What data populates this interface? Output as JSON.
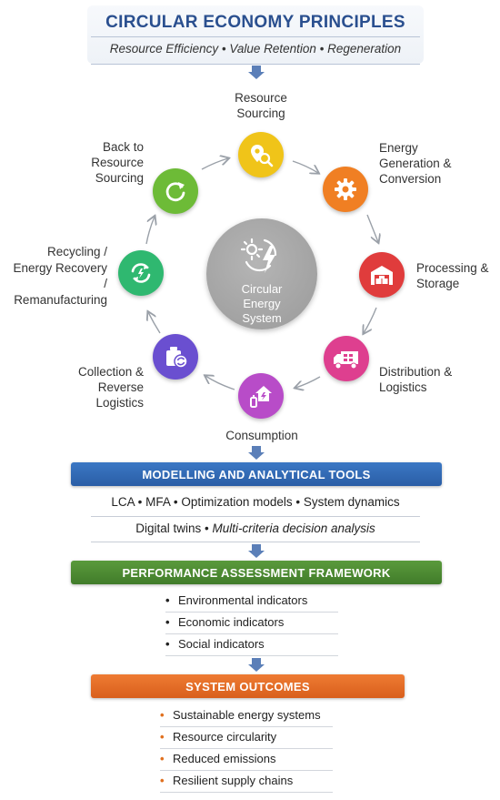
{
  "header": {
    "title": "CIRCULAR ECONOMY PRINCIPLES",
    "subtitle": "Resource Efficiency • Value Retention • Regeneration"
  },
  "cycle": {
    "center_label": "Circular Energy System",
    "nodes": [
      {
        "label": "Resource Sourcing",
        "color": "#f0c419",
        "icon": "location-search-icon"
      },
      {
        "label": "Energy Generation & Conversion",
        "color": "#f07f23",
        "icon": "gear-icon"
      },
      {
        "label": "Processing & Storage",
        "color": "#e03c3c",
        "icon": "warehouse-icon"
      },
      {
        "label": "Distribution & Logistics",
        "color": "#de3f8f",
        "icon": "delivery-truck-icon"
      },
      {
        "label": "Consumption",
        "color": "#b84cc8",
        "icon": "home-energy-icon"
      },
      {
        "label": "Collection & Reverse Logistics",
        "color": "#6a4fd0",
        "icon": "recycle-bin-icon"
      },
      {
        "label": "Recycling / Energy Recovery / Remanufacturing",
        "color": "#2fb870",
        "icon": "recycle-arrows-icon"
      },
      {
        "label": "Back to Resource Sourcing",
        "color": "#6dbb37",
        "icon": "refresh-icon"
      }
    ]
  },
  "modelling": {
    "title": "MODELLING AND ANALYTICAL TOOLS",
    "line1": "LCA • MFA • Optimization models • System dynamics",
    "line2_a": "Digital twins • ",
    "line2_b": "Multi-criteria decision analysis",
    "color": "#2f67b0"
  },
  "performance": {
    "title": "PERFORMANCE ASSESSMENT FRAMEWORK",
    "items": [
      "Environmental indicators",
      "Economic indicators",
      "Social indicators"
    ],
    "bullet": "•",
    "color": "#4a8a33"
  },
  "outcomes": {
    "title": "SYSTEM OUTCOMES",
    "items": [
      "Sustainable energy systems",
      "Resource circularity",
      "Reduced emissions",
      "Resilient supply chains"
    ],
    "bullet": "•",
    "bullet_color": "#e0701f",
    "color": "#e46a26"
  }
}
